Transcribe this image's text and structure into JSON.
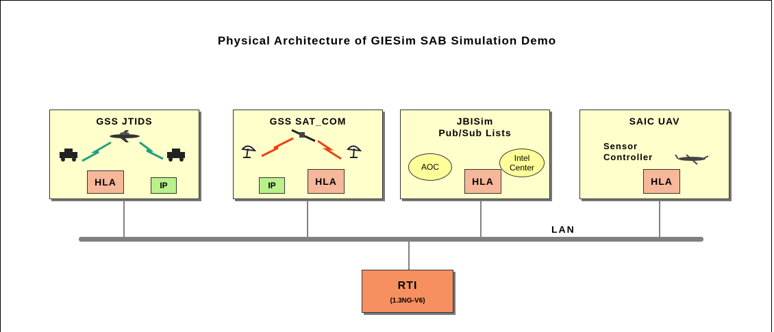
{
  "title": "Physical Architecture of GIESim SAB Simulation Demo",
  "boxes": [
    {
      "title": "GSS JTIDS",
      "hla": "HLA",
      "ip": "IP"
    },
    {
      "title": "GSS  SAT_COM",
      "hla": "HLA",
      "ip": "IP"
    },
    {
      "title": "JBISim\nPub/Sub Lists",
      "hla": "HLA",
      "ellipse1": "AOC",
      "ellipse2": "Intel\nCenter"
    },
    {
      "title": "SAIC UAV",
      "hla": "HLA",
      "sensor_label": "Sensor\nController"
    }
  ],
  "lan_label": "LAN",
  "rti": {
    "label": "RTI",
    "version": "(1.3NG-V6)"
  },
  "colors": {
    "box_fill": "#ffffcc",
    "hla_fill": "#f7b79a",
    "ip_fill": "#b9f08a",
    "rti_fill": "#f79060",
    "lan_line": "#808080",
    "signal_green": "#20a080",
    "signal_red": "#f04010"
  }
}
